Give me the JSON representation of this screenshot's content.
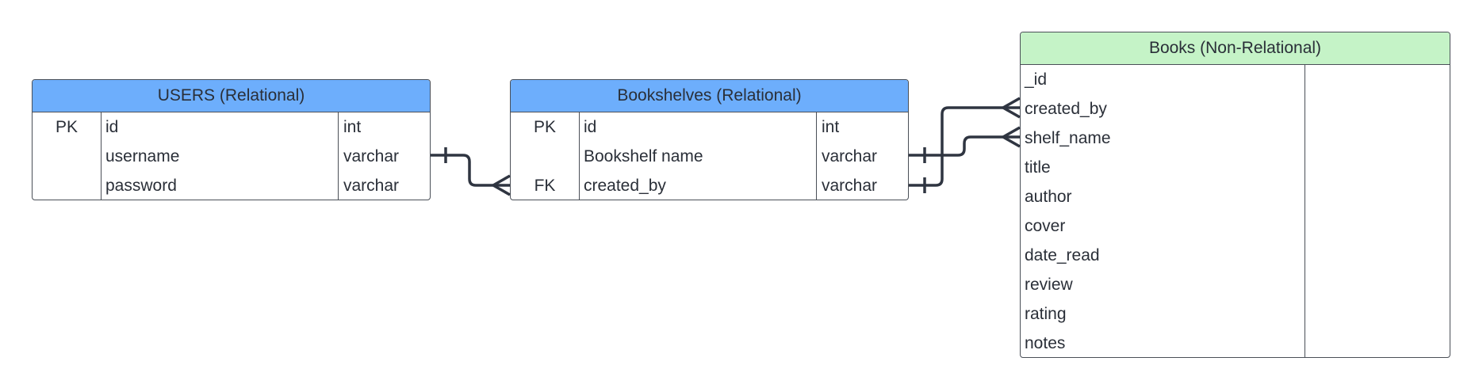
{
  "diagram": {
    "users": {
      "title": "USERS (Relational)",
      "header_color": "#6daefc",
      "rows": [
        {
          "key": "PK",
          "name": "id",
          "type": "int"
        },
        {
          "key": "",
          "name": "username",
          "type": "varchar"
        },
        {
          "key": "",
          "name": "password",
          "type": "varchar"
        }
      ]
    },
    "bookshelves": {
      "title": "Bookshelves (Relational)",
      "header_color": "#6daefc",
      "rows": [
        {
          "key": "PK",
          "name": "id",
          "type": "int"
        },
        {
          "key": "",
          "name": "Bookshelf name",
          "type": "varchar"
        },
        {
          "key": "FK",
          "name": "created_by",
          "type": "varchar"
        }
      ]
    },
    "books": {
      "title": "Books (Non-Relational)",
      "header_color": "#c5f3c7",
      "fields": [
        "_id",
        "created_by",
        "shelf_name",
        "title",
        "author",
        "cover",
        "date_read",
        "review",
        "rating",
        "notes"
      ]
    },
    "relationships": [
      {
        "from": "USERS.id",
        "to": "Bookshelves.created_by",
        "cardinality": "one-to-many"
      },
      {
        "from": "Bookshelves.created_by",
        "to": "Books.created_by",
        "cardinality": "one-to-many"
      },
      {
        "from": "Bookshelves.Bookshelf name",
        "to": "Books.shelf_name",
        "cardinality": "one-to-many"
      }
    ]
  }
}
